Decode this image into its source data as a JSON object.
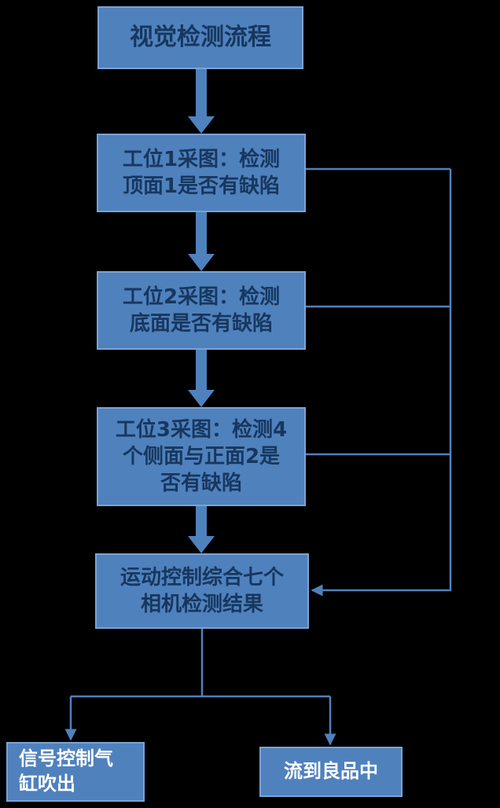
{
  "diagram": {
    "title": "视觉检测流程",
    "nodes": {
      "station1": "工位1采图：检测\n顶面1是否有缺陷",
      "station2": "工位2采图：检测\n底面是否有缺陷",
      "station3": "工位3采图：检测4\n个侧面与正面2是\n否有缺陷",
      "motion": "运动控制综合七个\n相机检测结果",
      "reject": "信号控制气\n缸吹出",
      "pass": "流到良品中"
    }
  },
  "colors": {
    "background": "#000000",
    "box_fill": "#4f81bd",
    "box_border": "#7ba3d4",
    "connector": "#4f81bd",
    "text_dark": "#17375e",
    "text_light": "#ffffff"
  }
}
